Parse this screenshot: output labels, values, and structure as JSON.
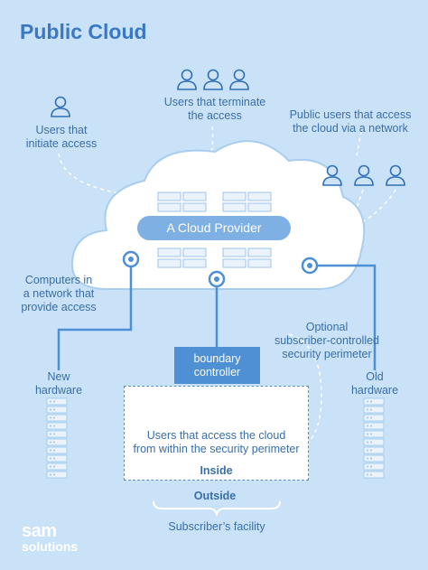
{
  "title": "Public Cloud",
  "labels": {
    "initiate": [
      "Users that",
      "initiate access"
    ],
    "terminate": [
      "Users that terminate",
      "the access"
    ],
    "public_users": [
      "Public users that access",
      "the cloud via a network"
    ],
    "computers": [
      "Computers in",
      "a network that",
      "provide access"
    ],
    "optional": [
      "Optional",
      "subscriber-controlled",
      "security perimeter"
    ],
    "new_hardware": [
      "New",
      "hardware"
    ],
    "old_hardware": [
      "Old",
      "hardware"
    ],
    "inside_users": [
      "Users that access the cloud",
      "from within the security perimeter"
    ],
    "subscriber_facility": "Subscriber’s facility"
  },
  "provider": "A Cloud Provider",
  "boundary": [
    "boundary",
    "controller"
  ],
  "inside": "Inside",
  "outside": "Outside",
  "logo": {
    "line1": "sam",
    "line2": "solutions"
  },
  "colors": {
    "background": "#c9e2f8",
    "accent": "#4f8fd3",
    "text": "#3a6ea8",
    "cloud": "#ffffff"
  },
  "icons": [
    "user-icon",
    "server-icon",
    "connector-icon"
  ]
}
